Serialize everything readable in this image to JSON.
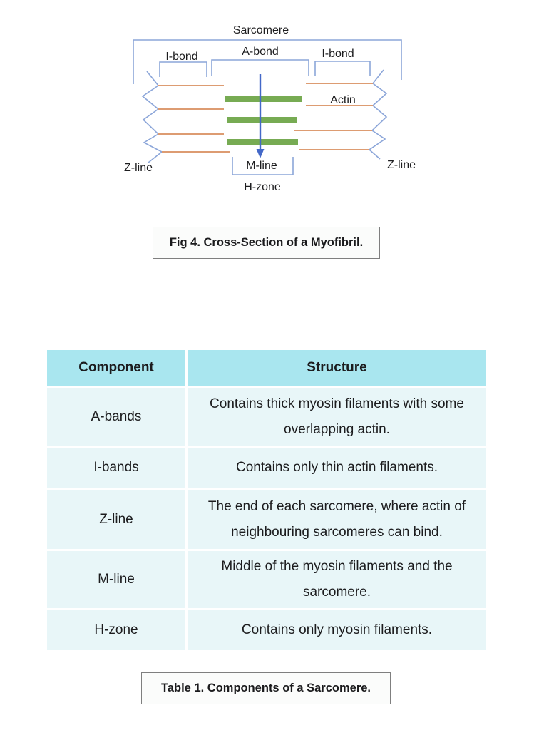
{
  "figure": {
    "caption": "Fig 4. Cross-Section of a Myofibril.",
    "labels": {
      "sarcomere": "Sarcomere",
      "i_bond_left": "I-bond",
      "a_bond": "A-bond",
      "i_bond_right": "I-bond",
      "actin": "Actin",
      "z_line_left": "Z-line",
      "z_line_right": "Z-line",
      "m_line": "M-line",
      "h_zone": "H-zone"
    },
    "colors": {
      "bracket_blue": "#8ca6d9",
      "arrow_blue": "#4368c8",
      "actin_orange": "#dd9c72",
      "myosin_green": "#77ab53",
      "label_text": "#1d1d1f"
    }
  },
  "table": {
    "caption": "Table 1. Components of a Sarcomere.",
    "columns": [
      "Component",
      "Structure"
    ],
    "rows": [
      {
        "component": "A-bands",
        "structure": "Contains thick myosin filaments with some overlapping actin."
      },
      {
        "component": "I-bands",
        "structure": "Contains only thin actin filaments."
      },
      {
        "component": "Z-line",
        "structure": "The end of each sarcomere, where actin of neighbouring sarcomeres can bind."
      },
      {
        "component": "M-line",
        "structure": "Middle of the myosin filaments and the sarcomere."
      },
      {
        "component": "H-zone",
        "structure": "Contains only myosin filaments."
      }
    ],
    "colors": {
      "header_bg": "#a9e6ef",
      "body_bg": "#e8f6f8",
      "text": "#1c1c1e"
    }
  }
}
